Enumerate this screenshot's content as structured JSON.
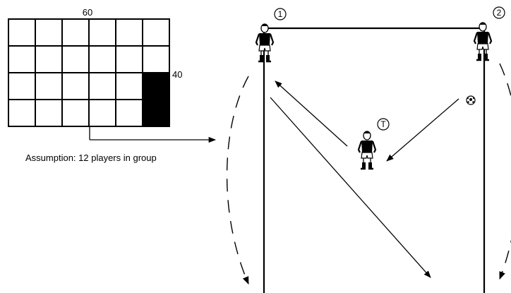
{
  "grid": {
    "width_label": "60",
    "height_label": "40",
    "columns": 6,
    "rows": 4,
    "highlighted_cells": [
      [
        5,
        2
      ],
      [
        5,
        3
      ]
    ]
  },
  "assumption_text": "Assumption: 12 players in group",
  "players": [
    {
      "id": "player-1",
      "badge": "1"
    },
    {
      "id": "player-2",
      "badge": "2"
    },
    {
      "id": "player-trainer",
      "badge": "T"
    }
  ],
  "colors": {
    "line": "#000000",
    "background": "#ffffff",
    "highlight": "#000000"
  },
  "icons": [
    "player-icon",
    "soccer-ball-icon",
    "arrow-icon"
  ]
}
